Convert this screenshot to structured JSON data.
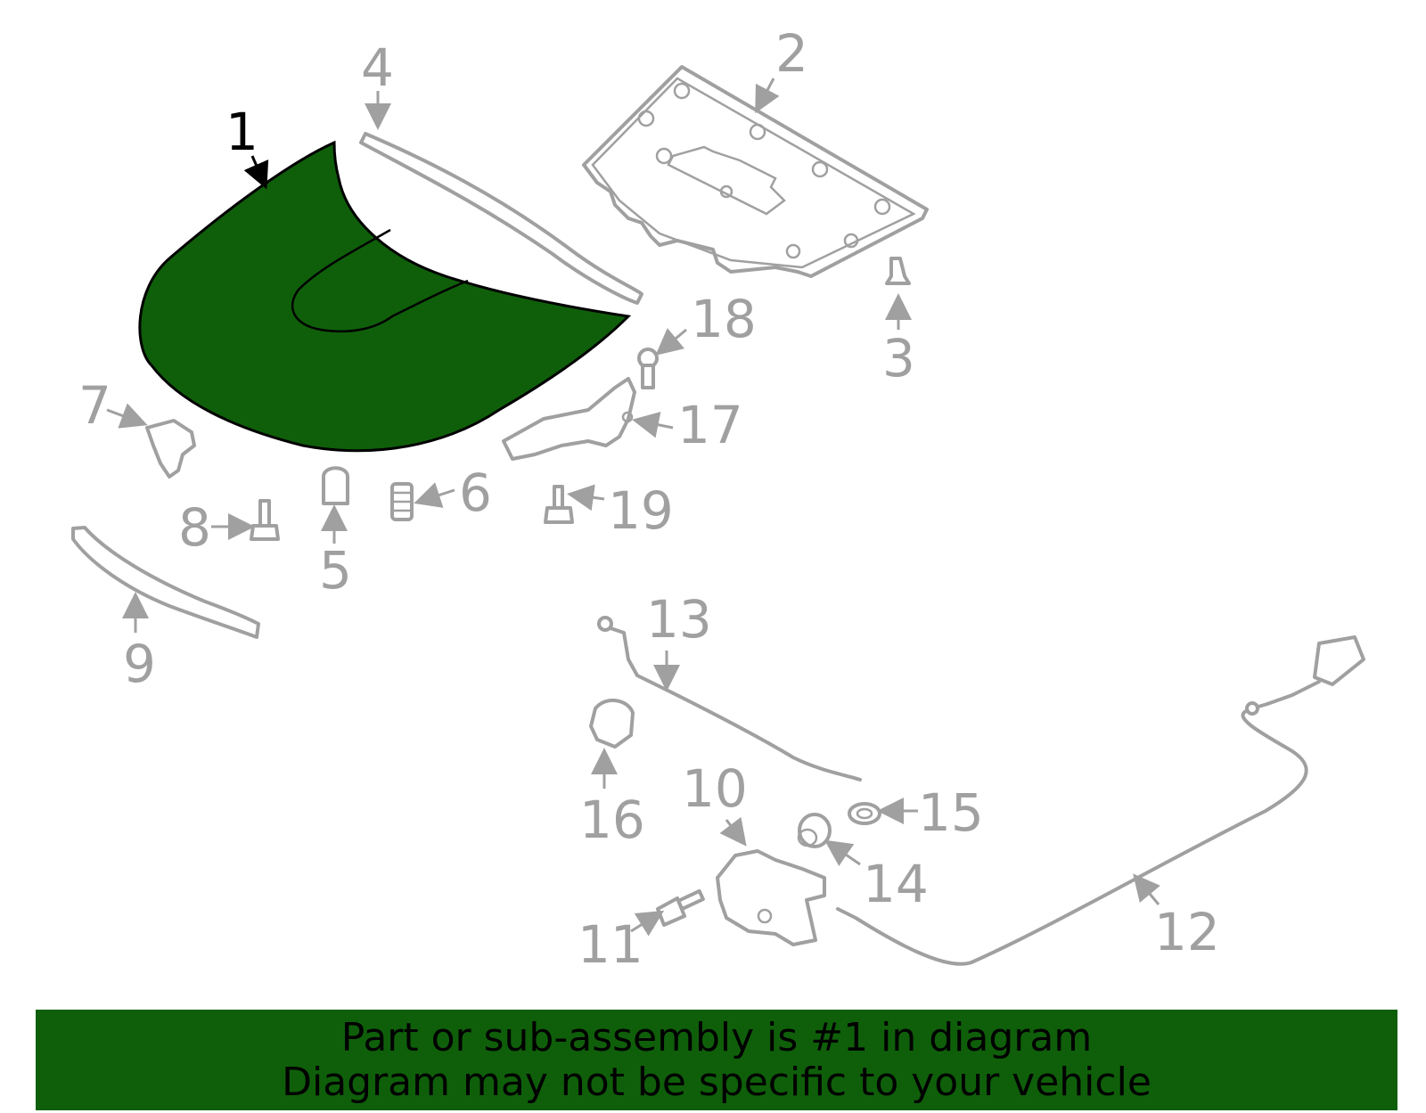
{
  "highlight_color": "#0f5f0a",
  "callouts": {
    "c1": "1",
    "c2": "2",
    "c3": "3",
    "c4": "4",
    "c5": "5",
    "c6": "6",
    "c7": "7",
    "c8": "8",
    "c9": "9",
    "c10": "10",
    "c11": "11",
    "c12": "12",
    "c13": "13",
    "c14": "14",
    "c15": "15",
    "c16": "16",
    "c17": "17",
    "c18": "18",
    "c19": "19"
  },
  "banner": {
    "line1": "Part or sub-assembly is #1 in diagram",
    "line2": "Diagram may not be specific to your vehicle"
  }
}
